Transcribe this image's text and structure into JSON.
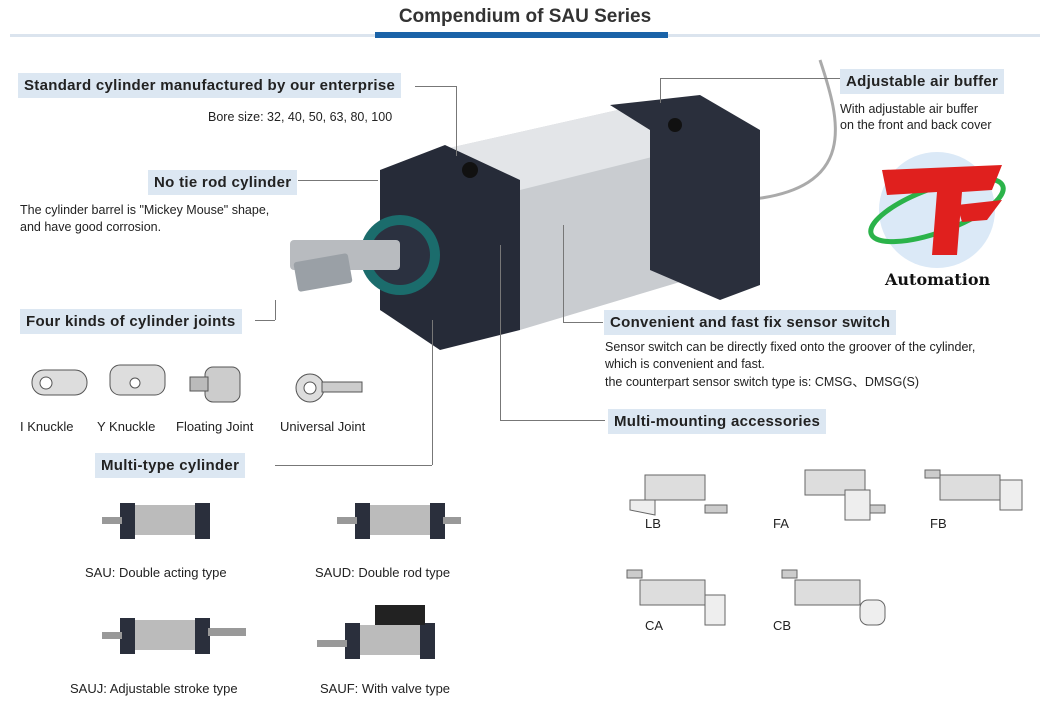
{
  "title": "Compendium of SAU Series",
  "features": {
    "standard": {
      "label": "Standard cylinder manufactured by our enterprise",
      "desc": "Bore size: 32, 40, 50, 63, 80, 100"
    },
    "no_tie_rod": {
      "label": "No tie rod cylinder",
      "desc": [
        "The cylinder barrel is \"Mickey Mouse\"  shape,",
        "and have good corrosion."
      ]
    },
    "joints": {
      "label": "Four kinds of cylinder joints",
      "items": [
        "I Knuckle",
        "Y Knuckle",
        "Floating Joint",
        "Universal Joint"
      ]
    },
    "multi_type": {
      "label": "Multi-type cylinder",
      "items": [
        "SAU: Double acting type",
        "SAUD: Double rod type",
        "SAUJ: Adjustable stroke type",
        "SAUF: With valve type"
      ]
    },
    "air_buffer": {
      "label": "Adjustable air buffer",
      "desc": [
        "With adjustable air buffer",
        "on the front and back cover"
      ]
    },
    "sensor": {
      "label": "Convenient and fast fix sensor switch",
      "desc": [
        "Sensor switch can be directly fixed onto the groover of the cylinder,",
        "which is convenient and fast.",
        "the counterpart sensor switch type is: CMSG、DMSG(S)"
      ]
    },
    "mounting": {
      "label": "Multi-mounting accessories",
      "items": [
        "LB",
        "FA",
        "FB",
        "CA",
        "CB"
      ]
    }
  },
  "logo": {
    "text": "Automation",
    "colors": {
      "red": "#e0201e",
      "green": "#2bb34a",
      "blue": "#1a73c8"
    }
  },
  "colors": {
    "accent": "#1a63a8",
    "label_bg": "#dce7f2"
  }
}
